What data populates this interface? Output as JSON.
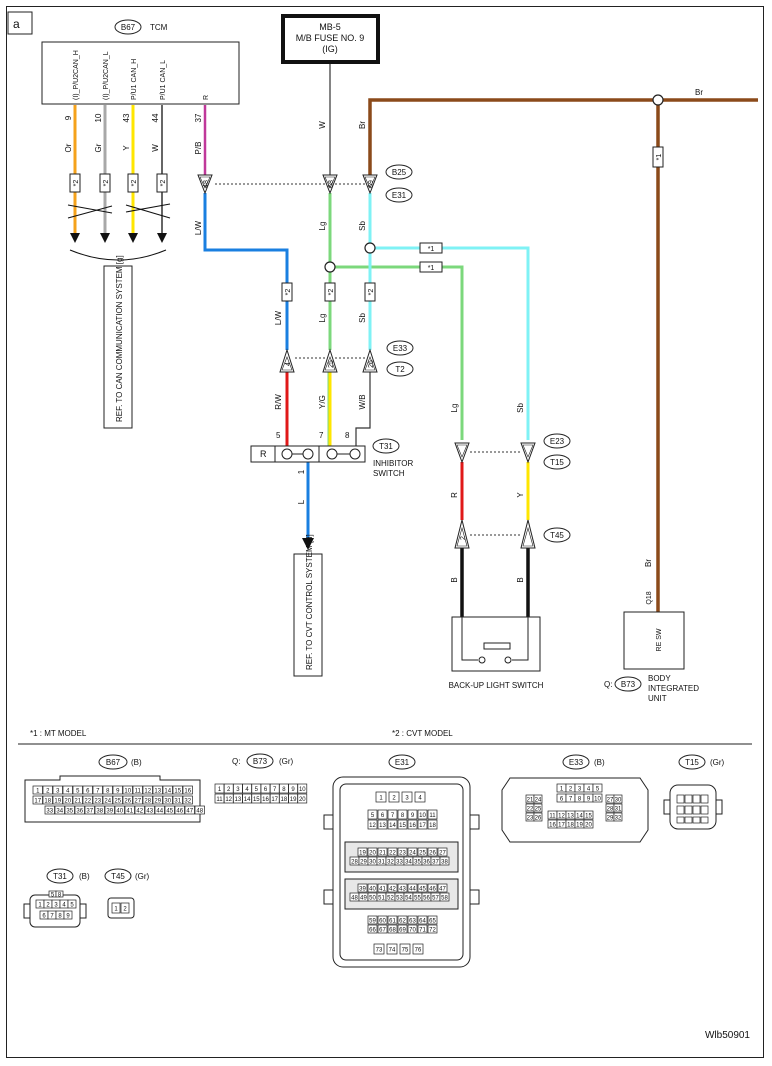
{
  "panel_label": "a",
  "figure_id": "Wlb50901",
  "fuse": {
    "line1": "MB-5",
    "line2": "M/B FUSE NO. 9",
    "line3": "(IG)"
  },
  "tcm": {
    "connector": "B67",
    "name": "TCM",
    "signals": [
      "(I)_P/U2CAN_H",
      "(I)_P/U2CAN_L",
      "P/U1 CAN_H",
      "P/U1 CAN_L",
      "R"
    ],
    "pins": [
      "9",
      "10",
      "43",
      "44",
      "37"
    ],
    "wire_colors": [
      "Or",
      "Gr",
      "Y",
      "W",
      "P/B"
    ]
  },
  "ref_can": "REF. TO CAN COMMUNICATION SYSTEM [g]",
  "ref_cvt": "REF. TO CVT CONTROL SYSTEM [d]",
  "connectors": {
    "b25": "B25",
    "e31": "E31",
    "e33": "E33",
    "t2": "T2",
    "t31": "T31",
    "e23": "E23",
    "t15": "T15",
    "t45": "T45",
    "b73": "B73"
  },
  "conn_pins": {
    "p48": "48",
    "p68": "68",
    "p69": "69",
    "p4": "4",
    "p25": "25",
    "p26": "26",
    "p2": "2"
  },
  "wire_labels": {
    "w_fuse": "W",
    "br_top": "Br",
    "br_main": "Br",
    "br_bottom": "Br",
    "lw1": "L/W",
    "lg1": "Lg",
    "sb1": "Sb",
    "lw2": "L/W",
    "lg2": "Lg",
    "sb2": "Sb",
    "rw": "R/W",
    "yg": "Y/G",
    "wb": "W/B",
    "l_out": "L",
    "lg_right": "Lg",
    "sb_right": "Sb",
    "r_bu": "R",
    "y_bu": "Y",
    "b1": "B",
    "b2": "B"
  },
  "marks": {
    "s1": "*1",
    "s2": "*2"
  },
  "inhibitor": {
    "name1": "INHIBITOR",
    "name2": "SWITCH",
    "r_label": "R",
    "pins": [
      "5",
      "7",
      "8"
    ],
    "out_pin": "1"
  },
  "backup_switch": "BACK-UP LIGHT SWITCH",
  "body_unit": {
    "prefix": "Q:",
    "line1": "BODY",
    "line2": "INTEGRATED",
    "line3": "UNIT",
    "pin": "Q18",
    "inside": "RE SW"
  },
  "notes": {
    "n1": "*1  : MT MODEL",
    "n2": "*2  : CVT MODEL"
  },
  "connector_views": {
    "b67": {
      "id": "B67",
      "color": "(B)",
      "row1": [
        "1",
        "2",
        "3",
        "4",
        "5",
        "6",
        "7",
        "8",
        "9",
        "10",
        "11",
        "12",
        "13",
        "14",
        "15",
        "16"
      ],
      "row2": [
        "17",
        "18",
        "19",
        "20",
        "21",
        "22",
        "23",
        "24",
        "25",
        "26",
        "27",
        "28",
        "29",
        "30",
        "31",
        "32"
      ],
      "row3": [
        "33",
        "34",
        "35",
        "36",
        "37",
        "38",
        "39",
        "40",
        "41",
        "42",
        "43",
        "44",
        "45",
        "46",
        "47",
        "48"
      ]
    },
    "b73": {
      "prefix": "Q:",
      "id": "B73",
      "color": "(Gr)",
      "row1": [
        "1",
        "2",
        "3",
        "4",
        "5",
        "6",
        "7",
        "8",
        "9",
        "10"
      ],
      "row2": [
        "11",
        "12",
        "13",
        "14",
        "15",
        "16",
        "17",
        "18",
        "19",
        "20"
      ]
    },
    "e31": {
      "id": "E31",
      "g1": [
        "1",
        "2",
        "3",
        "4"
      ],
      "g2a": [
        "5",
        "6",
        "7",
        "8",
        "9",
        "10",
        "11"
      ],
      "g2b": [
        "12",
        "13",
        "14",
        "15",
        "16",
        "17",
        "18"
      ],
      "g3a": [
        "19",
        "20",
        "21",
        "22",
        "23",
        "24",
        "25",
        "26",
        "27"
      ],
      "g3b": [
        "28",
        "29",
        "30",
        "31",
        "32",
        "33",
        "34",
        "35",
        "36",
        "37",
        "38"
      ],
      "g4a": [
        "39",
        "40",
        "41",
        "42",
        "43",
        "44",
        "45",
        "46",
        "47"
      ],
      "g4b": [
        "48",
        "49",
        "50",
        "51",
        "52",
        "53",
        "54",
        "55",
        "56",
        "57",
        "58"
      ],
      "g5a": [
        "59",
        "60",
        "61",
        "62",
        "63",
        "64",
        "65"
      ],
      "g5b": [
        "66",
        "67",
        "68",
        "69",
        "70",
        "71",
        "72"
      ],
      "g6": [
        "73",
        "74",
        "75",
        "76"
      ]
    },
    "e33": {
      "id": "E33",
      "color": "(B)",
      "top": [
        "1",
        "2",
        "3",
        "4",
        "5"
      ],
      "mid": [
        "6",
        "7",
        "8",
        "9",
        "10"
      ],
      "bot1": [
        "11",
        "12",
        "13",
        "14",
        "15"
      ],
      "bot2": [
        "16",
        "17",
        "18",
        "19",
        "20"
      ],
      "left": [
        "21",
        "22",
        "23",
        "24",
        "25",
        "26"
      ],
      "right": [
        "27",
        "28",
        "29",
        "30",
        "31",
        "32"
      ]
    },
    "t15": {
      "id": "T15",
      "color": "(Gr)"
    },
    "t31": {
      "id": "T31",
      "color": "(B)",
      "top": [
        "5",
        "8"
      ],
      "r1": [
        "1",
        "2",
        "3",
        "4",
        "5"
      ],
      "r2": [
        "6",
        "7",
        "8",
        "9"
      ]
    },
    "t45": {
      "id": "T45",
      "color": "(Gr)",
      "pins": [
        "1",
        "2"
      ]
    }
  },
  "colors": {
    "orange": "#f5a21b",
    "gray": "#a8a8a8",
    "yellow": "#ffe600",
    "blue": "#1a7fe0",
    "green": "#7cd87c",
    "cyan": "#7ff2f5",
    "red": "#e01818",
    "brown": "#8b4a1a",
    "pink": "#c0389a"
  }
}
